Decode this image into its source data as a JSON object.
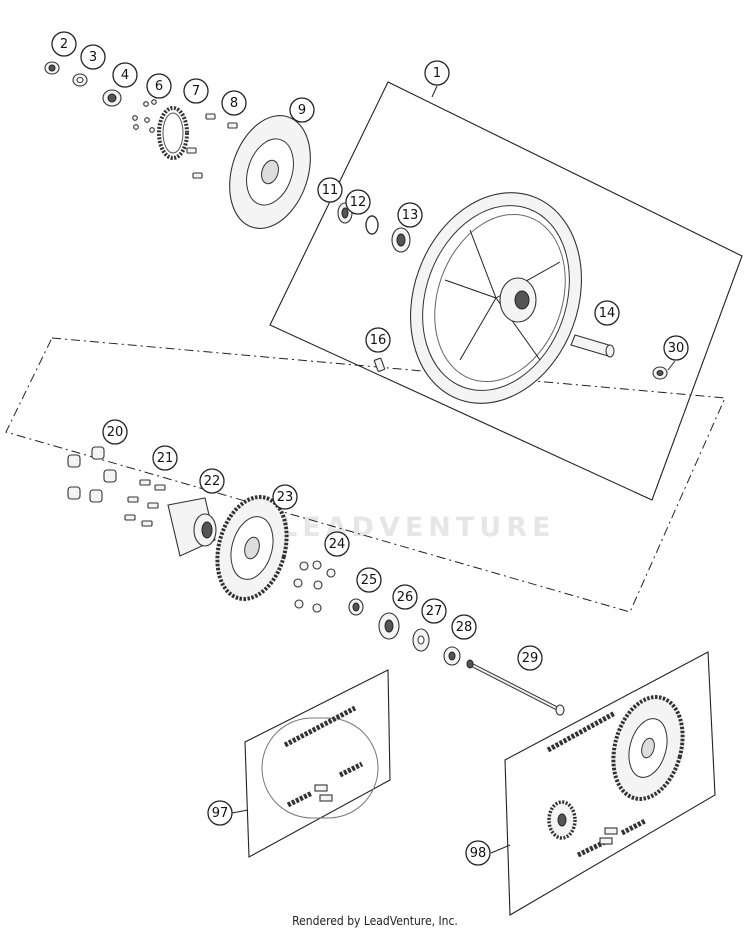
{
  "diagram": {
    "callouts": [
      {
        "label": "1"
      },
      {
        "label": "2"
      },
      {
        "label": "3"
      },
      {
        "label": "4"
      },
      {
        "label": "6"
      },
      {
        "label": "7"
      },
      {
        "label": "8"
      },
      {
        "label": "9"
      },
      {
        "label": "11"
      },
      {
        "label": "12"
      },
      {
        "label": "13"
      },
      {
        "label": "14"
      },
      {
        "label": "16"
      },
      {
        "label": "30"
      },
      {
        "label": "20"
      },
      {
        "label": "21"
      },
      {
        "label": "22"
      },
      {
        "label": "23"
      },
      {
        "label": "24"
      },
      {
        "label": "25"
      },
      {
        "label": "26"
      },
      {
        "label": "27"
      },
      {
        "label": "28"
      },
      {
        "label": "29"
      },
      {
        "label": "97"
      },
      {
        "label": "98"
      }
    ]
  },
  "watermark": "LEADVENTURE",
  "footer": "Rendered by LeadVenture, Inc."
}
